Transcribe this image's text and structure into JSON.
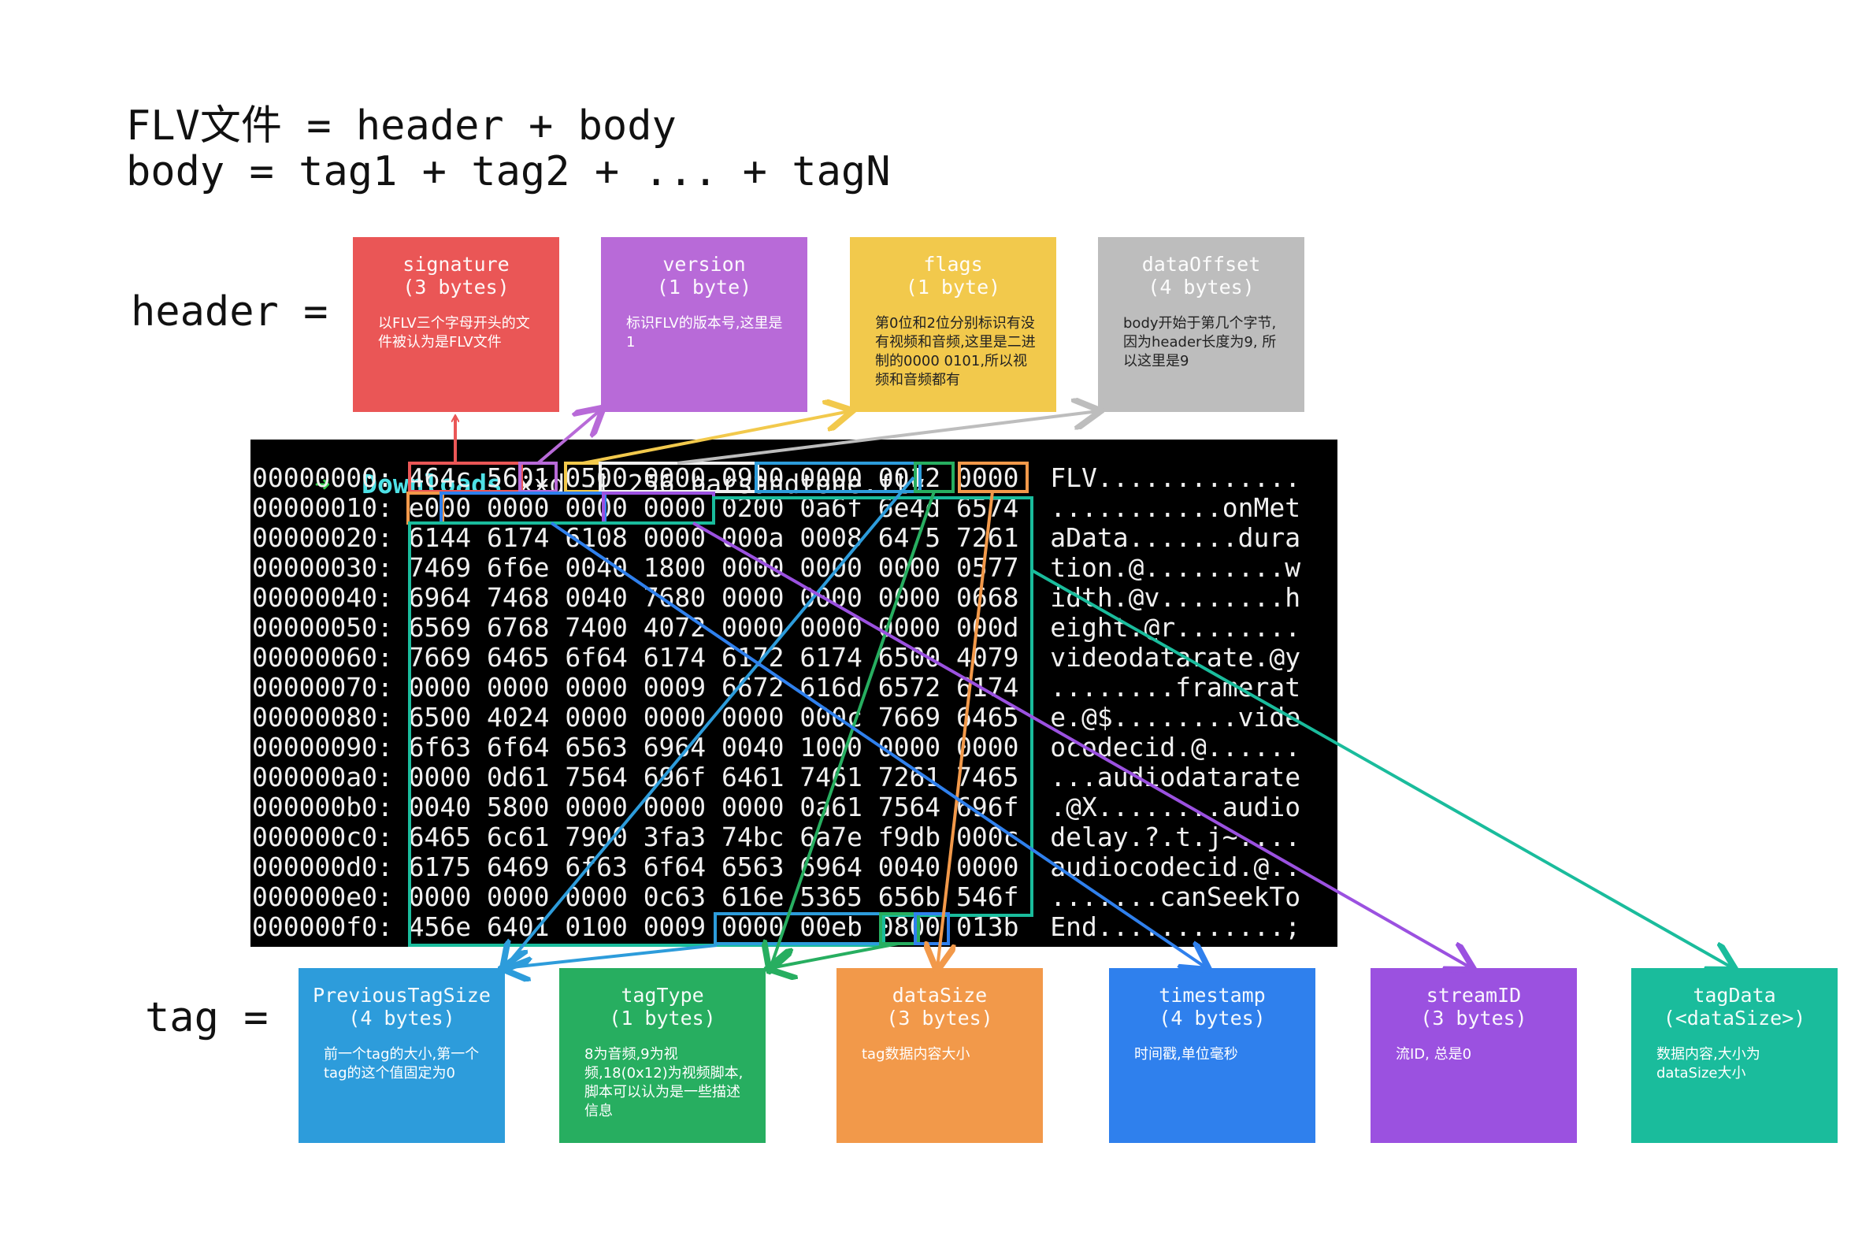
{
  "formulas": {
    "line1": "FLV文件 = header + body",
    "line2": "body = tag1 + tag2 + ... + tagN"
  },
  "labels": {
    "header": "header =",
    "tag": "tag ="
  },
  "header_boxes": [
    {
      "id": "signature",
      "name": "signature",
      "size": "(3 bytes)",
      "desc": "以FLV三个字母开头的文件被认为是FLV文件",
      "color": "#ea5656"
    },
    {
      "id": "version",
      "name": "version",
      "size": "(1 byte)",
      "desc": "标识FLV的版本号,这里是1",
      "color": "#b86ad8"
    },
    {
      "id": "flags",
      "name": "flags",
      "size": "(1 byte)",
      "desc": "第0位和2位分别标识有没有视频和音频,这里是二进制的0000 0101,所以视频和音频都有",
      "color": "#f2c94c"
    },
    {
      "id": "dataoffset",
      "name": "dataOffset",
      "size": "(4 bytes)",
      "desc": "body开始于第几个字节, 因为header长度为9, 所以这里是9",
      "color": "#bdbdbd"
    }
  ],
  "tag_boxes": [
    {
      "id": "prevtagsize",
      "name": "PreviousTagSize",
      "size": "(4 bytes)",
      "desc": "前一个tag的大小,第一个tag的这个值固定为0",
      "color": "#2d9cdb"
    },
    {
      "id": "tagtype",
      "name": "tagType",
      "size": "(1 bytes)",
      "desc": "8为音频,9为视频,18(0x12)为视频脚本, 脚本可以认为是一些描述信息",
      "color": "#27ae60"
    },
    {
      "id": "datasize",
      "name": "dataSize",
      "size": "(3 bytes)",
      "desc": "tag数据内容大小",
      "color": "#f2994a"
    },
    {
      "id": "timestamp",
      "name": "timestamp",
      "size": "(4 bytes)",
      "desc": "时间戳,单位毫秒",
      "color": "#2f80ed"
    },
    {
      "id": "streamid",
      "name": "streamID",
      "size": "(3 bytes)",
      "desc": "流ID, 总是0",
      "color": "#9b51e0"
    },
    {
      "id": "tagdata",
      "name": "tagData",
      "size": "(<dataSize>)",
      "desc": "数据内容,大小为dataSize大小",
      "color": "#1abc9c"
    }
  ],
  "terminal": {
    "prompt_arrow": "➜",
    "prompt_dir": "Downloads",
    "command": "xxd -l 256 barsandtone.flv",
    "lines": [
      "00000000: 464c 5601 0500 0000 0900 0000 0012 0000  FLV.............",
      "00000010: e000 0000 0000 0000 0200 0a6f 6e4d 6574  ...........onMet",
      "00000020: 6144 6174 6108 0000 000a 0008 6475 7261  aData.......dura",
      "00000030: 7469 6f6e 0040 1800 0000 0000 0000 0577  tion.@.........w",
      "00000040: 6964 7468 0040 7680 0000 0000 0000 0668  idth.@v........h",
      "00000050: 6569 6768 7400 4072 0000 0000 0000 000d  eight.@r........",
      "00000060: 7669 6465 6f64 6174 6172 6174 6500 4079  videodatarate.@y",
      "00000070: 0000 0000 0000 0009 6672 616d 6572 6174  ........framerat",
      "00000080: 6500 4024 0000 0000 0000 000c 7669 6465  e.@$........vide",
      "00000090: 6f63 6f64 6563 6964 0040 1000 0000 0000  ocodecid.@......",
      "000000a0: 0000 0d61 7564 696f 6461 7461 7261 7465  ...audiodatarate",
      "000000b0: 0040 5800 0000 0000 0000 0a61 7564 696f  .@X........audio",
      "000000c0: 6465 6c61 7900 3fa3 74bc 6a7e f9db 000c  delay.?.t.j~....",
      "000000d0: 6175 6469 6f63 6f64 6563 6964 0040 0000  audiocodecid.@..",
      "000000e0: 0000 0000 0000 0c63 616e 5365 656b 546f  .......canSeekTo",
      "000000f0: 456e 6401 0100 0009 0000 00eb 0800 013b  End............;"
    ]
  }
}
